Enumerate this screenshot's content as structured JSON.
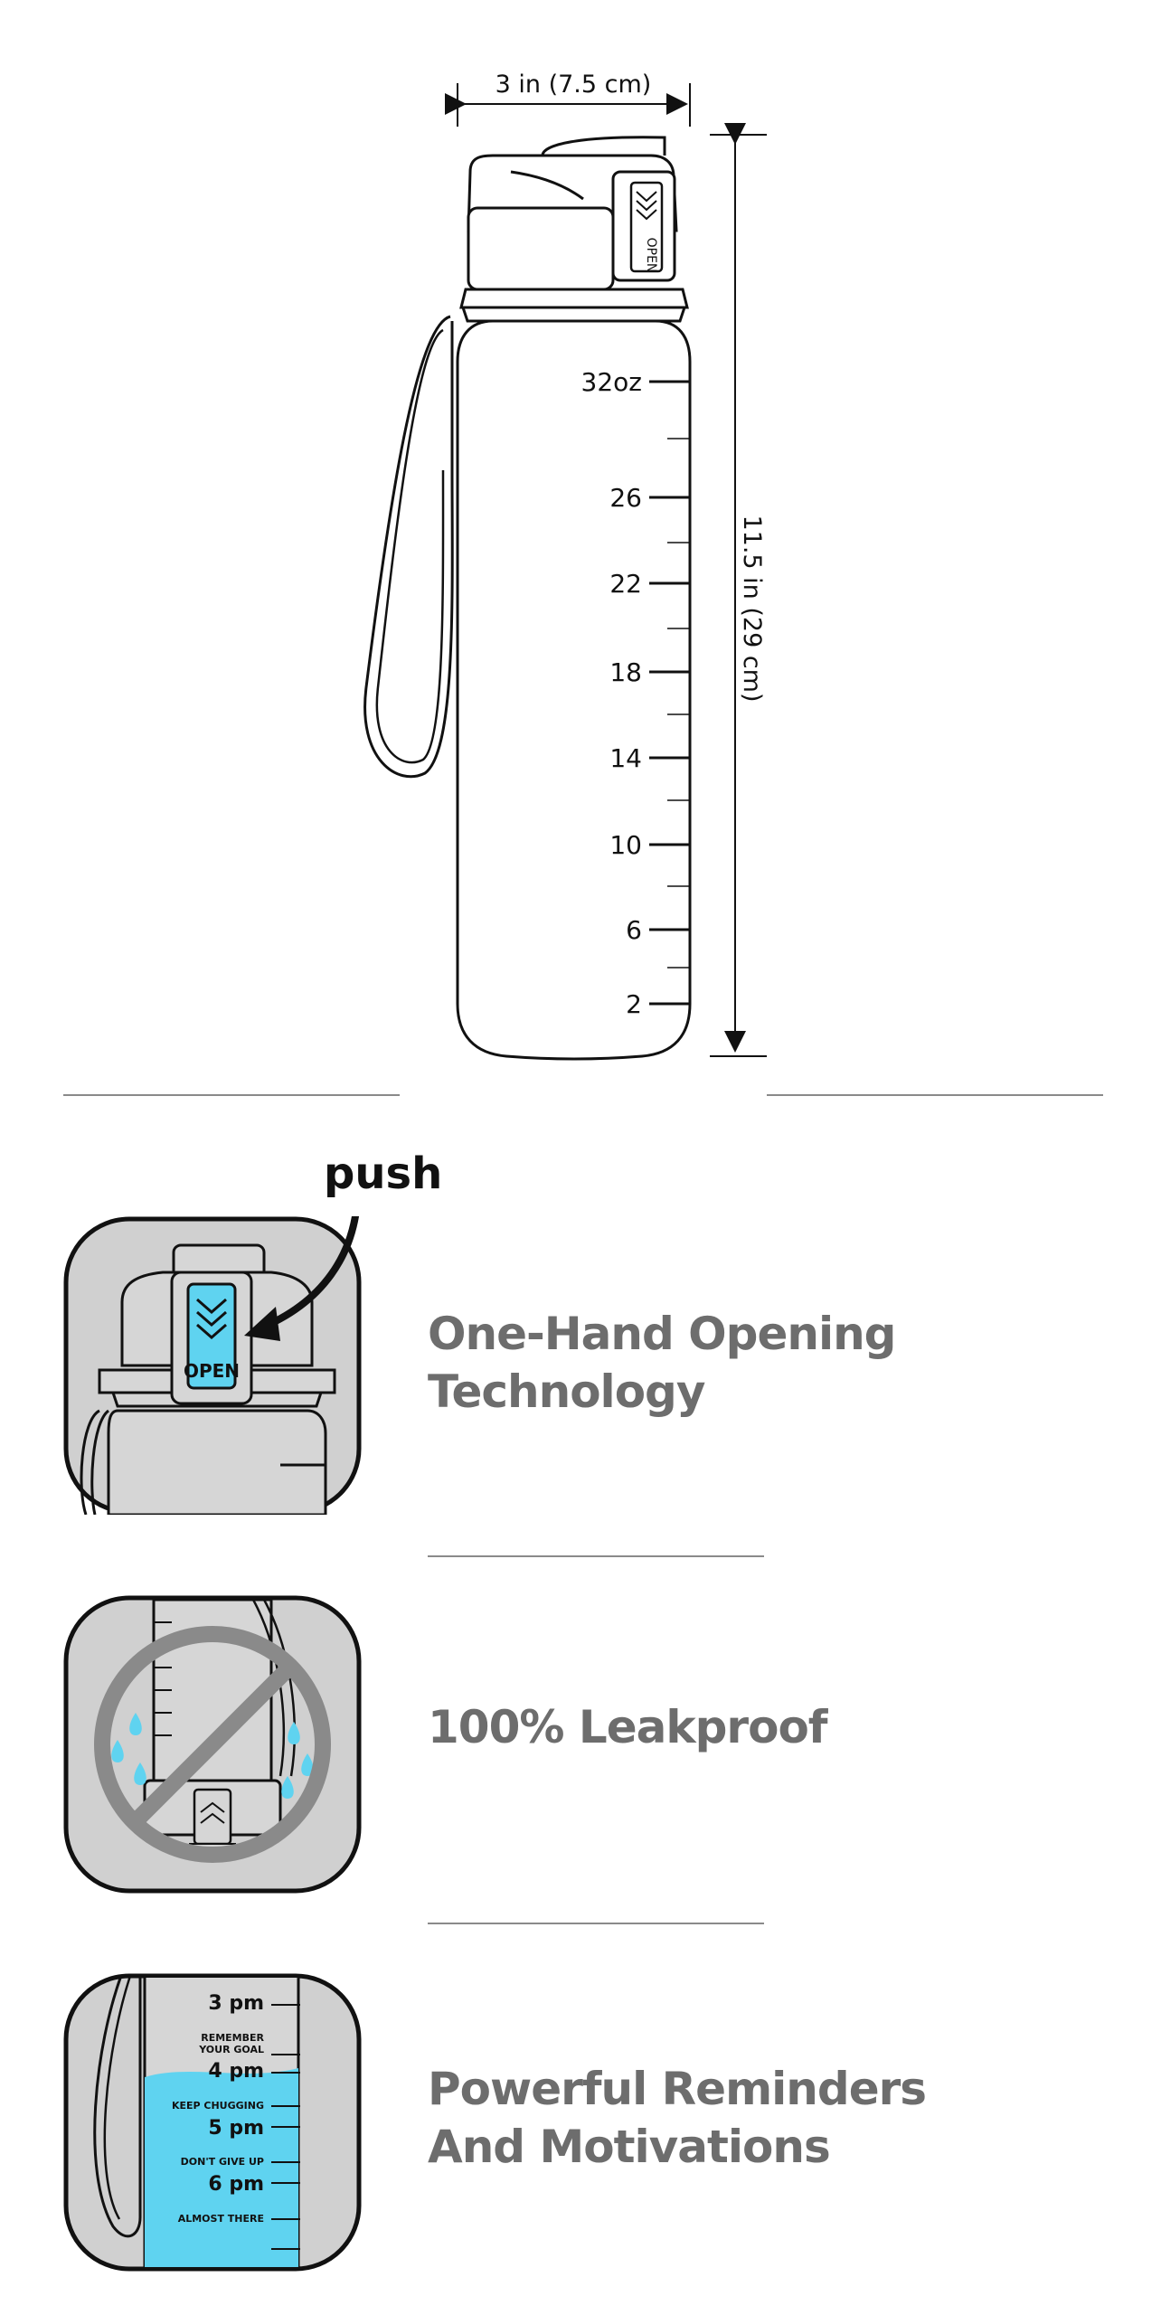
{
  "dimensions": {
    "width_label": "3 in (7.5 cm)",
    "height_label": "11.5 in (29 cm)"
  },
  "bottle_scale": [
    "32oz",
    "26",
    "22",
    "18",
    "14",
    "10",
    "6",
    "2"
  ],
  "features": [
    {
      "id": "one-hand",
      "lines": [
        "One-Hand Opening",
        "Technology"
      ],
      "icon": "push-button-lid-icon"
    },
    {
      "id": "leakproof",
      "lines": [
        "100% Leakproof"
      ],
      "icon": "no-leak-icon"
    },
    {
      "id": "reminders",
      "lines": [
        "Powerful Reminders",
        "And Motivations"
      ],
      "icon": "time-marker-icon"
    }
  ],
  "push_label": "push",
  "lid_label": "OPEN",
  "reminder_scale": {
    "times": [
      "3 pm",
      "4 pm",
      "5 pm",
      "6 pm"
    ],
    "motivations": [
      "REMEMBER",
      "YOUR GOAL",
      "KEEP CHUGGING",
      "DON'T GIVE UP",
      "ALMOST THERE"
    ]
  },
  "colors": {
    "accent": "#5fd3f0",
    "icon_bg": "#d0d0d0",
    "title_gray": "#6d6d6d",
    "line": "#1a1a1a"
  }
}
